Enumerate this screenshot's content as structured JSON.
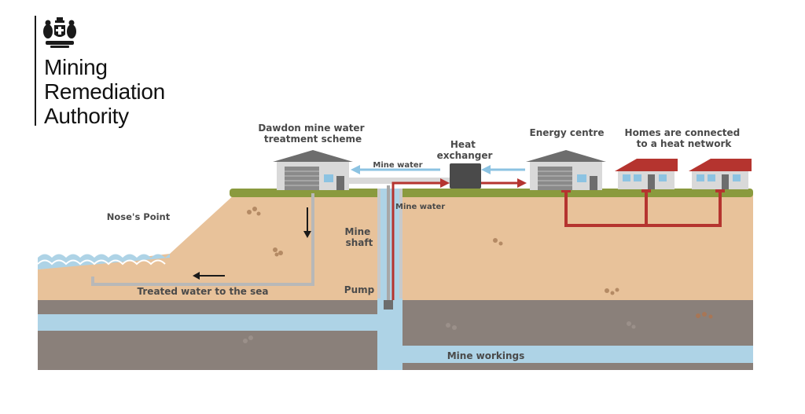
{
  "brand": {
    "name_lines": [
      "Mining",
      "Remediation",
      "Authority"
    ],
    "crest_icon": "royal-coat-of-arms-icon"
  },
  "labels": {
    "treatment_scheme": [
      "Dawdon mine water",
      "treatment scheme"
    ],
    "heat_exchanger": [
      "Heat",
      "exchanger"
    ],
    "energy_centre": "Energy centre",
    "homes": [
      "Homes are connected",
      "to a heat network"
    ],
    "noses_point": "Nose's Point",
    "mine_water_top": "Mine water",
    "mine_water_shaft": "Mine water",
    "mine_shaft": [
      "Mine",
      "shaft"
    ],
    "pump": "Pump",
    "treated_water": "Treated water to the sea",
    "mine_workings": "Mine workings"
  },
  "colors": {
    "soil": "#e8c29a",
    "rock": "#8a807a",
    "water": "#aed3e6",
    "grass": "#8a9a3e",
    "hot_pipe": "#b5342f",
    "cold_flow": "#8cc3e2",
    "building": "#d9d9d9",
    "roof_dark": "#6d6d6d",
    "roof_red": "#b5342f",
    "pipe_grey": "#b8b8b8",
    "label_text": "#4a4a4a"
  }
}
